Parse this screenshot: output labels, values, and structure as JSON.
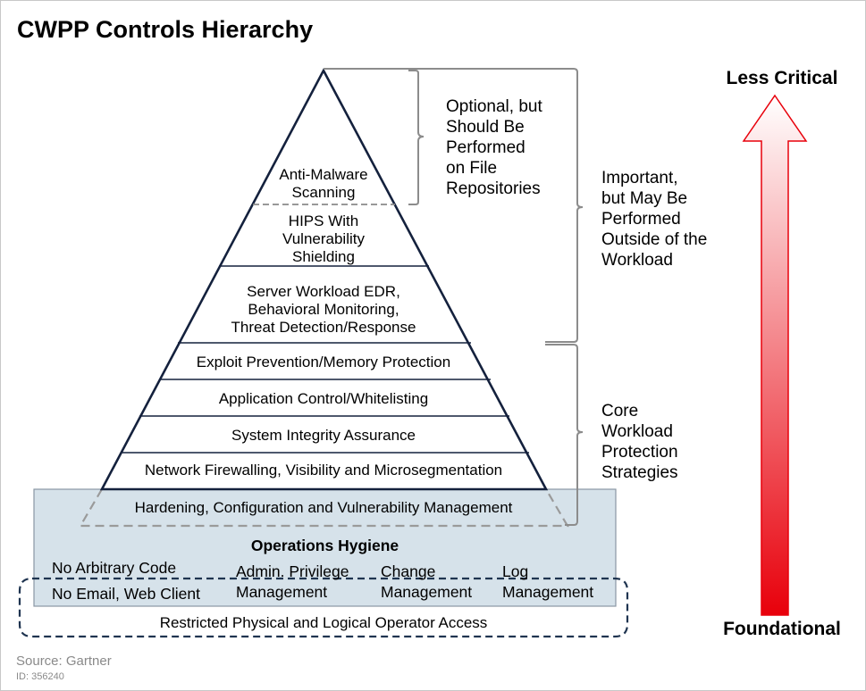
{
  "title": "CWPP Controls Hierarchy",
  "pyramid_layers": [
    {
      "id": "anti-malware",
      "text": "Anti-Malware\nScanning"
    },
    {
      "id": "hips",
      "text": "HIPS With\nVulnerability\nShielding"
    },
    {
      "id": "edr",
      "text": "Server Workload EDR,\nBehavioral Monitoring,\nThreat Detection/Response"
    },
    {
      "id": "exploit",
      "text": "Exploit Prevention/Memory Protection"
    },
    {
      "id": "app-control",
      "text": "Application Control/Whitelisting"
    },
    {
      "id": "integrity",
      "text": "System Integrity Assurance"
    },
    {
      "id": "network",
      "text": "Network Firewalling, Visibility and Microsegmentation"
    },
    {
      "id": "hardening",
      "text": "Hardening, Configuration and Vulnerability Management"
    }
  ],
  "hygiene": {
    "title": "Operations Hygiene",
    "items": [
      "No Arbitrary Code",
      "No Email, Web Client",
      "Admin. Privilege\nManagement",
      "Change\nManagement",
      "Log\nManagement"
    ]
  },
  "restricted_access": "Restricted Physical and Logical Operator Access",
  "brackets": {
    "optional": "Optional, but\nShould Be\nPerformed\non File\nRepositories",
    "important": "Important,\nbut May Be\nPerformed\nOutside of the\nWorkload",
    "core": "Core\nWorkload\nProtection\nStrategies"
  },
  "axis": {
    "top": "Less Critical",
    "bottom": "Foundational",
    "arrow_color_top": "#ffffff",
    "arrow_color_bottom": "#e8000b"
  },
  "colors": {
    "pyramid_stroke": "#14213d",
    "hygiene_fill": "#d6e2ea",
    "hygiene_stroke": "#8a97a3",
    "bracket": "#8c8c8c",
    "dashed_border": "#1f3450"
  },
  "source": "Source: Gartner",
  "id_text": "ID: 356240"
}
